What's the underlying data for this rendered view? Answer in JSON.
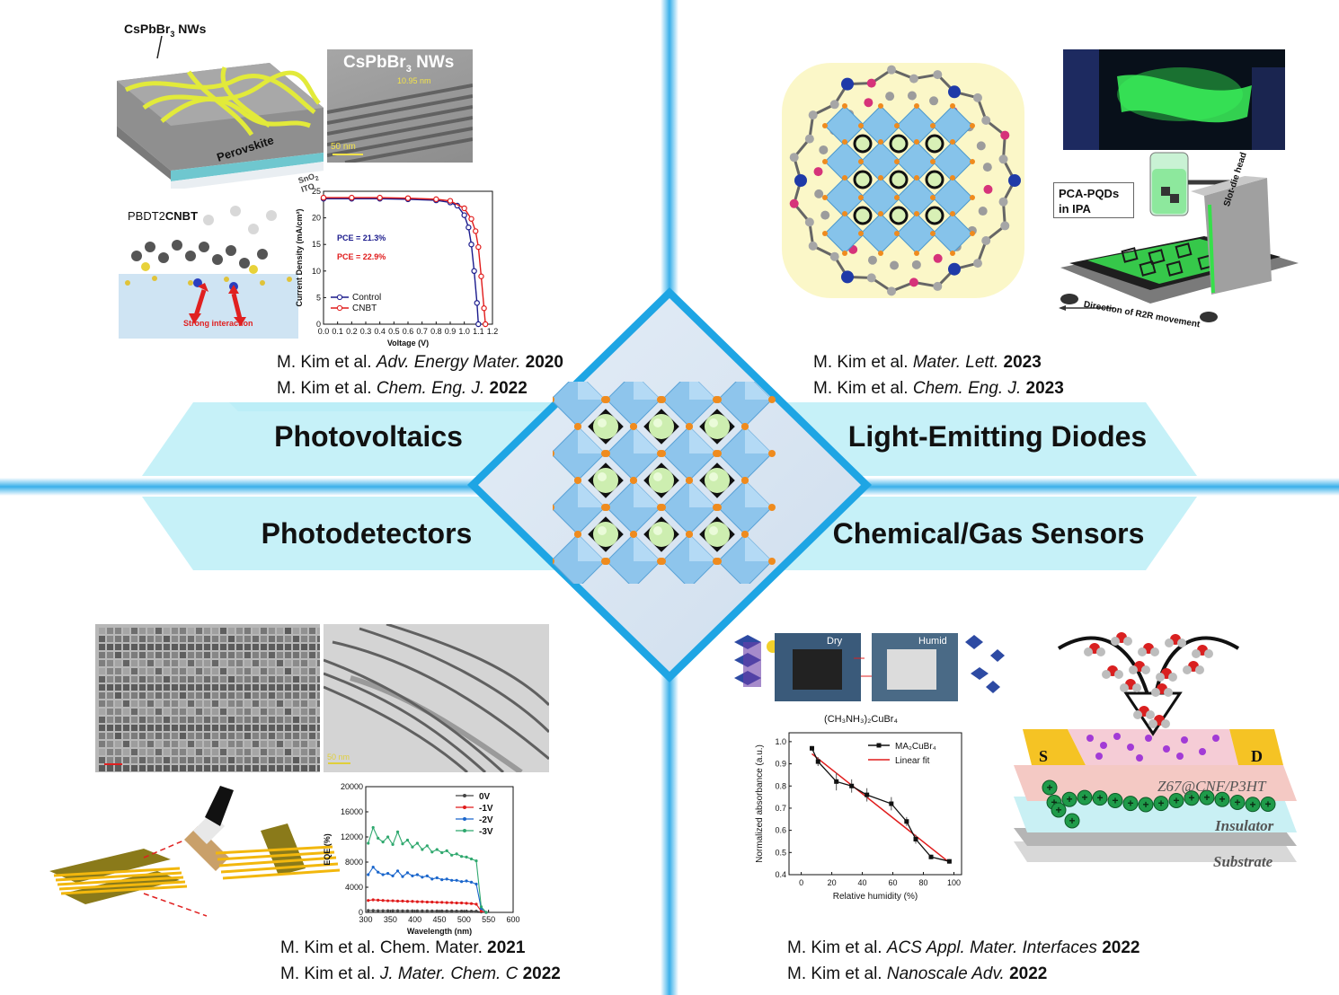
{
  "center": {
    "labels": {
      "pv": "Photovoltaics",
      "led": "Light-Emitting Diodes",
      "pd": "Photodetectors",
      "sensor": "Chemical/Gas Sensors"
    }
  },
  "quadrant_pv": {
    "nw_label_top": "CsPbBr",
    "nw_label_top_sub": "3",
    "nw_label_top_tail": " NWs",
    "tem_title": "CsPbBr",
    "tem_title_sub": "3",
    "tem_title_tail": " NWs",
    "tem_measure": "10.95 nm",
    "tem_scale": "50 nm",
    "layer_perovskite": "Perovskite",
    "layer_sno2": "SnO",
    "layer_sno2_sub": "2",
    "layer_ito": "ITO",
    "molecule_label_a": "PBDT2",
    "molecule_label_b": "CNBT",
    "interaction_label": "Strong interaction",
    "citations": [
      {
        "authors": "M. Kim et al. ",
        "journal": "Adv. Energy  Mater.",
        "year": "2020"
      },
      {
        "authors": "M. Kim et al. ",
        "journal": "Chem. Eng. J.",
        "year": "2022"
      }
    ]
  },
  "quadrant_led": {
    "pqd_label_1": "PCA-PQDs",
    "pqd_label_2": "in IPA",
    "slot_die": "Slot-die head",
    "direction": "Direction of R2R movement",
    "citations": [
      {
        "authors": "M. Kim et al. ",
        "journal": "Mater. Lett.",
        "year": "2023"
      },
      {
        "authors": "M. Kim et al. ",
        "journal": "Chem. Eng. J.",
        "year": "2023"
      }
    ]
  },
  "quadrant_pd": {
    "tem_scale": "50 nm",
    "citations": [
      {
        "authors": "M. Kim et al. Chem. Mater. ",
        "journal": "",
        "year": "2021"
      },
      {
        "authors": "M. Kim et al. ",
        "journal": "J. Mater. Chem. C",
        "year": "2022"
      }
    ]
  },
  "quadrant_sensor": {
    "dry": "Dry",
    "humid": "Humid",
    "device_label": "Z67@CNF/P3HT",
    "insulator": "Insulator",
    "substrate": "Substrate",
    "electrode_s": "S",
    "electrode_d": "D",
    "citations": [
      {
        "authors": "M. Kim et al. ",
        "journal": "ACS Appl. Mater. Interfaces",
        "year": "2022"
      },
      {
        "authors": "M. Kim et al. ",
        "journal": "Nanoscale Adv.",
        "year": "2022"
      }
    ]
  },
  "chart_data": [
    {
      "type": "line",
      "xlabel": "Voltage (V)",
      "ylabel": "Current Density (mA/cm²)",
      "xlim": [
        0.0,
        1.2
      ],
      "ylim": [
        0,
        25
      ],
      "xticks": [
        "0.0",
        "0.1",
        "0.2",
        "0.3",
        "0.4",
        "0.5",
        "0.6",
        "0.7",
        "0.8",
        "0.9",
        "1.0",
        "1.1",
        "1.2"
      ],
      "yticks": [
        "0",
        "5",
        "10",
        "15",
        "20",
        "25"
      ],
      "annotations": [
        "PCE = 21.3%",
        "PCE = 22.9%"
      ],
      "colors": {
        "Control": "#1a1a8c",
        "CNBT": "#e01b1b"
      },
      "series": [
        {
          "name": "Control",
          "x": [
            0.0,
            0.2,
            0.4,
            0.6,
            0.8,
            0.9,
            0.95,
            1.0,
            1.03,
            1.05,
            1.07,
            1.09,
            1.1
          ],
          "y": [
            23.6,
            23.6,
            23.6,
            23.5,
            23.3,
            22.9,
            22.3,
            20.5,
            18.2,
            15.0,
            10.0,
            4.0,
            0.0
          ]
        },
        {
          "name": "CNBT",
          "x": [
            0.0,
            0.2,
            0.4,
            0.6,
            0.8,
            0.9,
            1.0,
            1.05,
            1.08,
            1.1,
            1.12,
            1.14,
            1.15
          ],
          "y": [
            23.8,
            23.8,
            23.8,
            23.7,
            23.5,
            23.2,
            21.8,
            19.8,
            17.5,
            14.5,
            9.0,
            3.0,
            0.0
          ]
        }
      ],
      "legend": "bottom-left"
    },
    {
      "type": "line",
      "xlabel": "Wavelength (nm)",
      "ylabel": "EQE (%)",
      "xlim": [
        300,
        600
      ],
      "ylim": [
        0,
        20000
      ],
      "xticks": [
        "300",
        "350",
        "400",
        "450",
        "500",
        "550",
        "600"
      ],
      "yticks": [
        "0",
        "4000",
        "8000",
        "12000",
        "16000",
        "20000"
      ],
      "colors": {
        "0V": "#444444",
        "-1V": "#e01b1b",
        "-2V": "#1a66cc",
        "-3V": "#2fa86e"
      },
      "x": [
        305,
        315,
        325,
        335,
        345,
        355,
        365,
        375,
        385,
        395,
        405,
        415,
        425,
        435,
        445,
        455,
        465,
        475,
        485,
        495,
        505,
        515,
        525,
        535,
        545
      ],
      "series": [
        {
          "name": "0V",
          "values": [
            300,
            300,
            280,
            280,
            280,
            270,
            270,
            260,
            260,
            260,
            250,
            250,
            250,
            240,
            240,
            240,
            230,
            230,
            220,
            220,
            210,
            200,
            200,
            50,
            0
          ]
        },
        {
          "name": "-1V",
          "values": [
            1900,
            2000,
            1950,
            1900,
            1850,
            1850,
            1800,
            1800,
            1750,
            1750,
            1700,
            1700,
            1650,
            1650,
            1600,
            1600,
            1550,
            1550,
            1500,
            1500,
            1450,
            1400,
            1300,
            200,
            0
          ]
        },
        {
          "name": "-2V",
          "values": [
            6000,
            7200,
            6400,
            6000,
            6200,
            5800,
            6600,
            5700,
            6300,
            5800,
            6000,
            5600,
            5800,
            5300,
            5500,
            5200,
            5300,
            5100,
            5100,
            4900,
            5000,
            4800,
            4500,
            600,
            0
          ]
        },
        {
          "name": "-3V",
          "values": [
            11000,
            13500,
            11800,
            11200,
            12000,
            10800,
            12800,
            10900,
            11500,
            10400,
            11000,
            10000,
            10600,
            9600,
            10000,
            9500,
            9800,
            9100,
            9300,
            8900,
            8800,
            8500,
            8200,
            900,
            0
          ]
        }
      ],
      "legend": "top-right"
    },
    {
      "type": "line",
      "title": "(CH₃NH₃)₂CuBr₄",
      "xlabel": "Relative humidity (%)",
      "ylabel": "Normalized absorbance (a.u.)",
      "xlim": [
        -8,
        105
      ],
      "ylim": [
        0.4,
        1.04
      ],
      "xticks": [
        "0",
        "20",
        "40",
        "60",
        "80",
        "100"
      ],
      "yticks": [
        "0.4",
        "0.5",
        "0.6",
        "0.7",
        "0.8",
        "0.9",
        "1.0"
      ],
      "colors": {
        "MA2CuBr4": "#111111",
        "Linear fit": "#e01b1b"
      },
      "series": [
        {
          "name": "MA₂CuBr₄",
          "x": [
            7,
            11,
            23,
            33,
            43,
            59,
            69,
            75,
            85,
            97
          ],
          "y": [
            0.97,
            0.91,
            0.82,
            0.8,
            0.76,
            0.72,
            0.64,
            0.56,
            0.48,
            0.46
          ],
          "err": [
            0.01,
            0.02,
            0.04,
            0.03,
            0.03,
            0.03,
            0.02,
            0.02,
            0.01,
            0.01
          ]
        },
        {
          "name": "Linear fit",
          "x": [
            7,
            97
          ],
          "y": [
            0.945,
            0.455
          ]
        }
      ],
      "legend": "top-right"
    }
  ]
}
